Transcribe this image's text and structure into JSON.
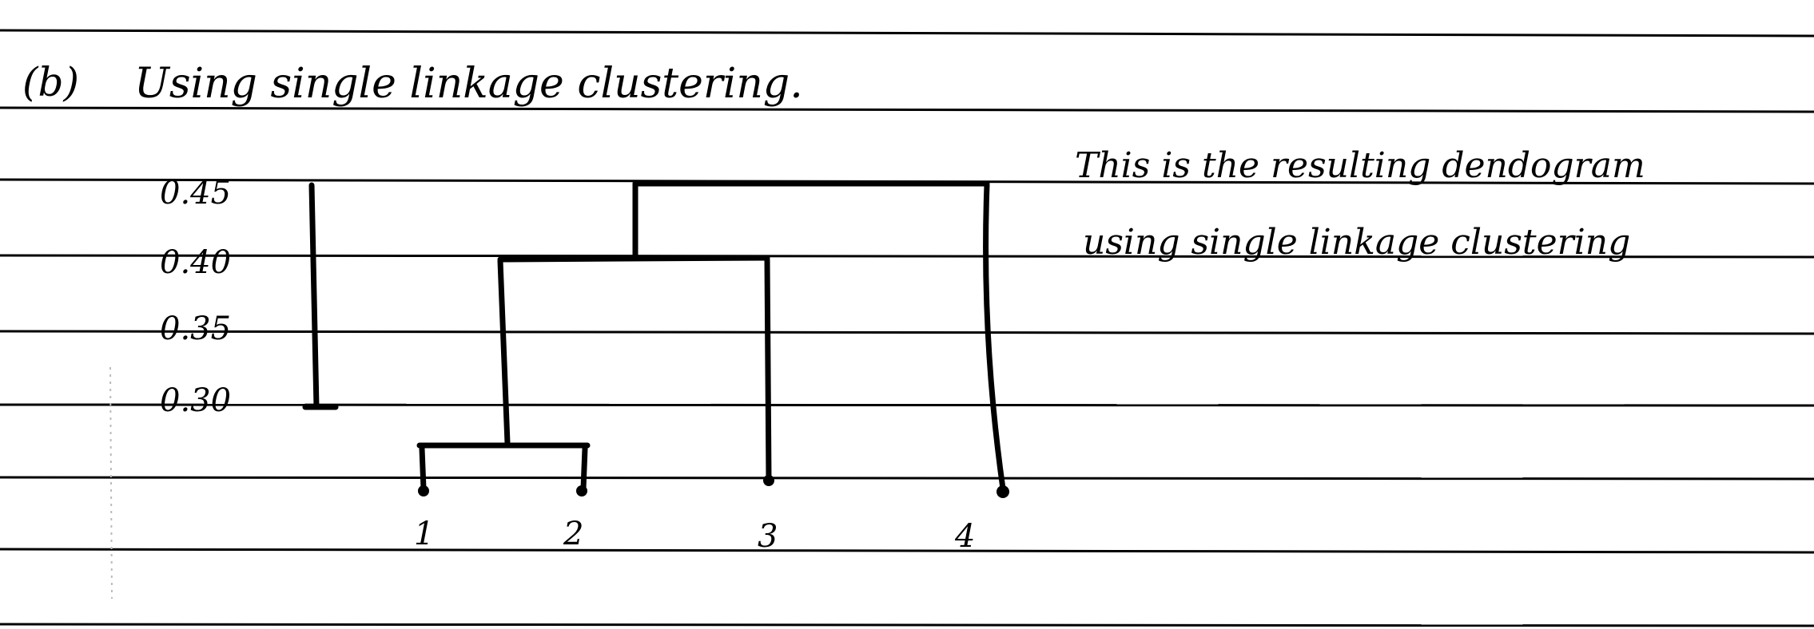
{
  "heading": {
    "label": "(b)",
    "text": "Using single linkage clustering."
  },
  "note": {
    "line1": "This is the resulting dendogram",
    "line2": "using single linkage clustering"
  },
  "dendrogram": {
    "y_ticks": [
      "0.45",
      "0.40",
      "0.35",
      "0.30"
    ],
    "leaves": [
      "1",
      "2",
      "3",
      "4"
    ]
  },
  "chart_data": {
    "type": "dendrogram",
    "leaves": [
      "1",
      "2",
      "3",
      "4"
    ],
    "y_ticks": [
      0.45,
      0.4,
      0.35,
      0.3
    ],
    "merges": [
      {
        "join": [
          "1",
          "2"
        ],
        "height": 0.28
      },
      {
        "join": [
          "1,2",
          "3"
        ],
        "height": 0.4
      },
      {
        "join": [
          "1,2,3",
          "4"
        ],
        "height": 0.45
      }
    ]
  }
}
